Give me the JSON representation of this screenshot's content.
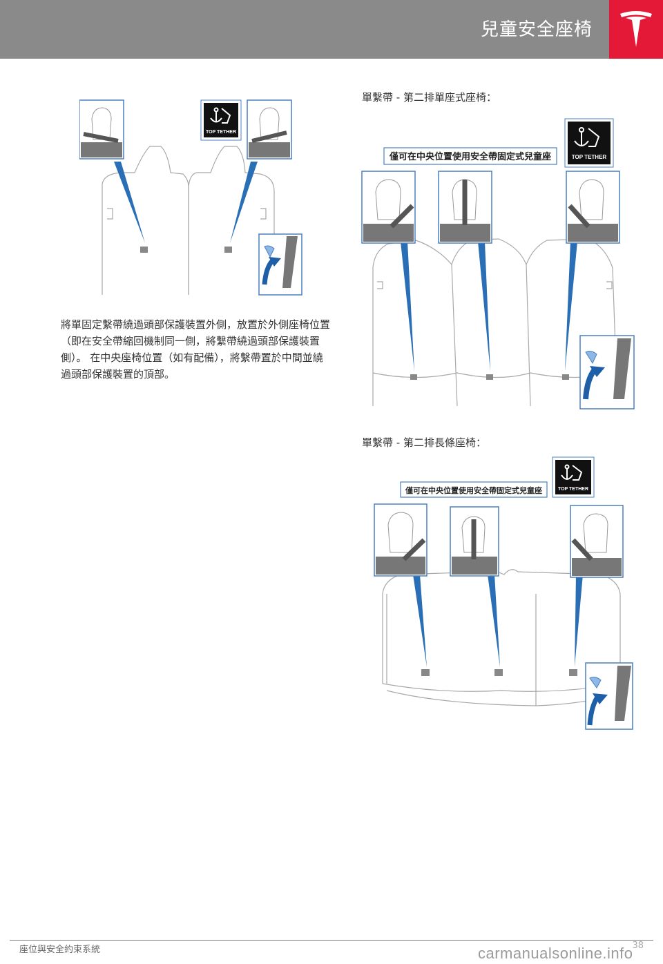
{
  "header": {
    "title": "兒童安全座椅",
    "brand_color": "#e31937",
    "bar_color": "#8a8a8a",
    "logo_icon": "tesla-logo-icon"
  },
  "body_text": "將單固定繫帶繞過頭部保護裝置外側，放置於外側座椅位置（即在安全帶縮回機制同一側，將繫帶繞過頭部保護裝置側）。 在中央座椅位置（如有配備），將繫帶置於中間並繞過頭部保護裝置的頂部。",
  "figures": {
    "fig1": {
      "tether_label": "TOP TETHER"
    },
    "fig2": {
      "caption": "單繫帶 - 第二排單座式座椅：",
      "notice": "僅可在中央位置使用安全帶固定式兒童座",
      "tether_label": "TOP TETHER"
    },
    "fig3": {
      "caption": "單繫帶 - 第二排長條座椅：",
      "notice": "僅可在中央位置使用安全帶固定式兒童座",
      "tether_label": "TOP TETHER"
    }
  },
  "footer": {
    "section": "座位與安全約束系統",
    "page": "38",
    "watermark": "carmanualsonline.info"
  }
}
